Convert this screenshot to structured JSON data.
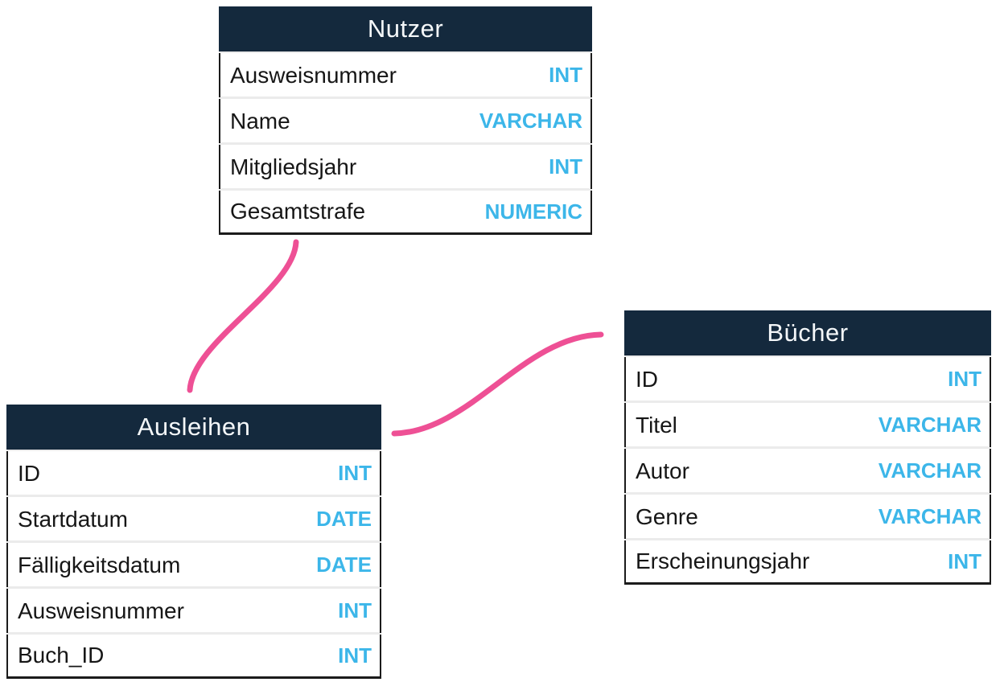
{
  "tables": {
    "nutzer": {
      "title": "Nutzer",
      "columns": [
        {
          "field": "Ausweisnummer",
          "type": "INT"
        },
        {
          "field": "Name",
          "type": "VARCHAR"
        },
        {
          "field": "Mitgliedsjahr",
          "type": "INT"
        },
        {
          "field": "Gesamtstrafe",
          "type": "NUMERIC"
        }
      ]
    },
    "ausleihen": {
      "title": "Ausleihen",
      "columns": [
        {
          "field": "ID",
          "type": "INT"
        },
        {
          "field": "Startdatum",
          "type": "DATE"
        },
        {
          "field": "Fälligkeitsdatum",
          "type": "DATE"
        },
        {
          "field": "Ausweisnummer",
          "type": "INT"
        },
        {
          "field": "Buch_ID",
          "type": "INT"
        }
      ]
    },
    "buecher": {
      "title": "Bücher",
      "columns": [
        {
          "field": "ID",
          "type": "INT"
        },
        {
          "field": "Titel",
          "type": "VARCHAR"
        },
        {
          "field": "Autor",
          "type": "VARCHAR"
        },
        {
          "field": "Genre",
          "type": "VARCHAR"
        },
        {
          "field": "Erscheinungsjahr",
          "type": "INT"
        }
      ]
    }
  },
  "relationships": [
    {
      "from": "Nutzer",
      "to": "Ausleihen"
    },
    {
      "from": "Ausleihen",
      "to": "Bücher"
    }
  ],
  "colors": {
    "header-bg": "#14293d",
    "header-text": "#f4f7f9",
    "field-text": "#161616",
    "type-text": "#3cb6e9",
    "border-black": "#1b1b1b",
    "relation-line": "#ee5095",
    "row-bg": "#ffffff",
    "canvas-bg": "#ffffff"
  }
}
